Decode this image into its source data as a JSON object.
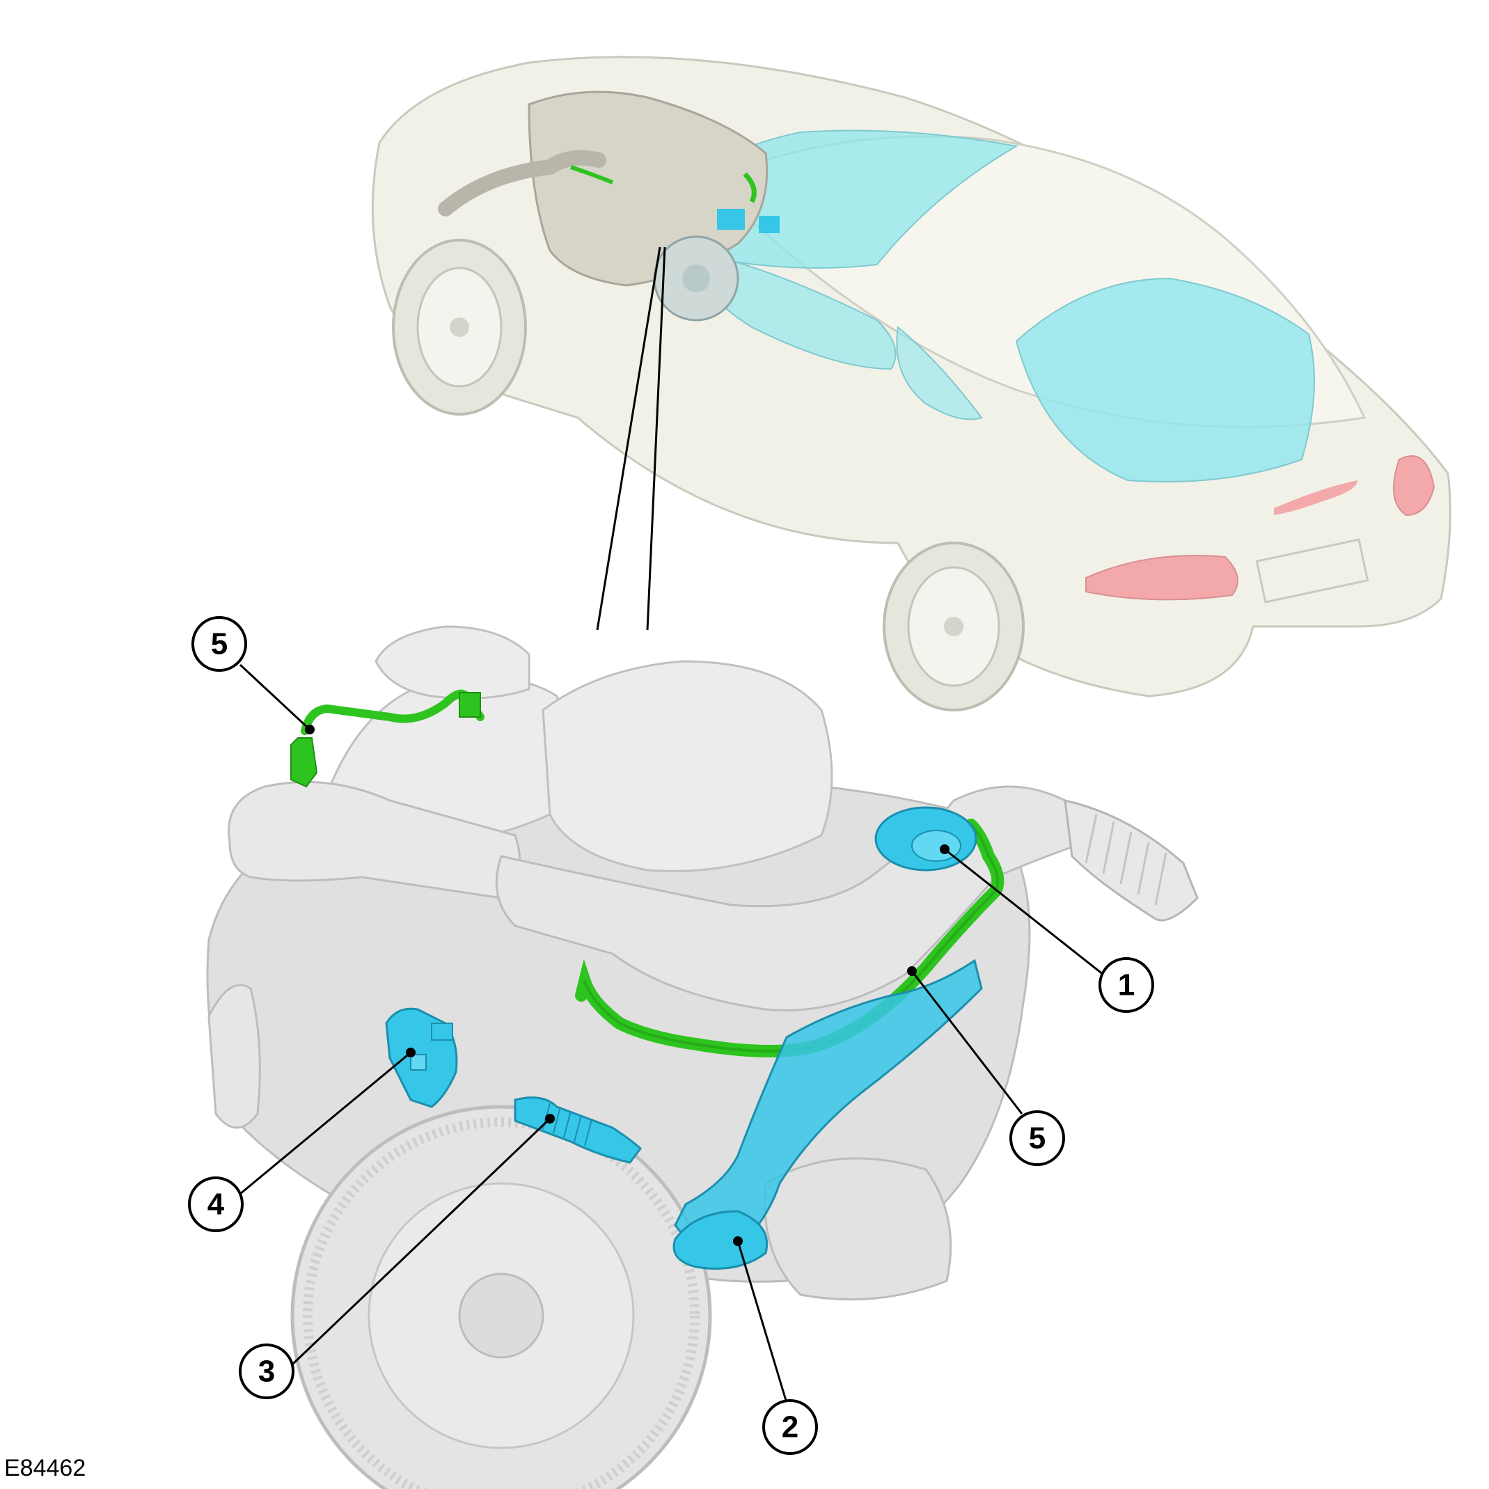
{
  "figure_id": "E84462",
  "colors": {
    "car_body": "#f1f1e8",
    "engine": "#e0e0e0",
    "hose_green": "#2ec41f",
    "part_blue": "#36c6e8",
    "glass": "#8fe6ec",
    "tail_light": "#f3a9a9"
  },
  "callouts": [
    {
      "id": "5a",
      "label": "5"
    },
    {
      "id": "1",
      "label": "1"
    },
    {
      "id": "5b",
      "label": "5"
    },
    {
      "id": "4",
      "label": "4"
    },
    {
      "id": "3",
      "label": "3"
    },
    {
      "id": "2",
      "label": "2"
    }
  ]
}
